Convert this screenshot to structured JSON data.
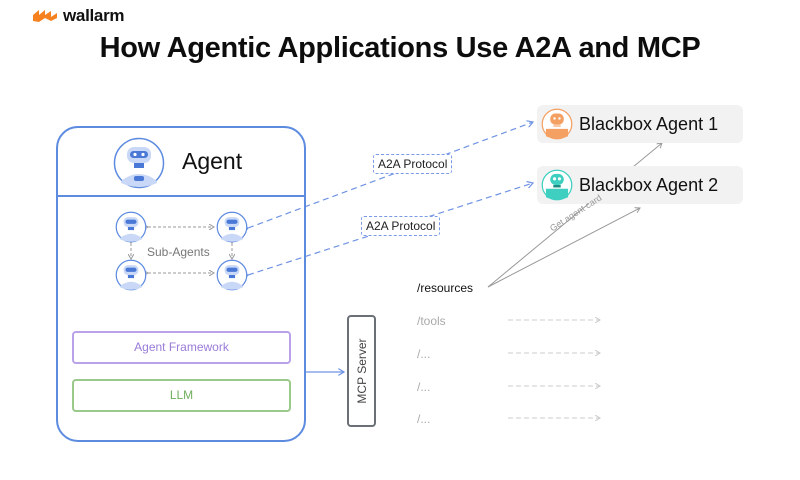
{
  "brand": {
    "name": "wallarm",
    "color": "#f5821f"
  },
  "title": "How Agentic Applications Use A2A and MCP",
  "agent": {
    "label": "Agent",
    "subagents_label": "Sub-Agents",
    "framework_label": "Agent Framework",
    "llm_label": "LLM",
    "colors": {
      "border": "#5d8be0",
      "framework": "#b9a2e8",
      "llm": "#9bc98a"
    }
  },
  "protocols": [
    {
      "label": "A2A Protocol",
      "target": "Blackbox Agent 1"
    },
    {
      "label": "A2A Protocol",
      "target": "Blackbox Agent 2"
    }
  ],
  "blackbox_agents": [
    {
      "label": "Blackbox Agent 1",
      "color": "#f5a063"
    },
    {
      "label": "Blackbox Agent 2",
      "color": "#3fcfc0"
    }
  ],
  "mcp_server": {
    "label": "MCP Server"
  },
  "routes": [
    {
      "label": "/resources"
    },
    {
      "label": "/tools"
    },
    {
      "label": "/..."
    },
    {
      "label": "/..."
    },
    {
      "label": "/..."
    }
  ],
  "get_agent_card_label": "Get agent card"
}
